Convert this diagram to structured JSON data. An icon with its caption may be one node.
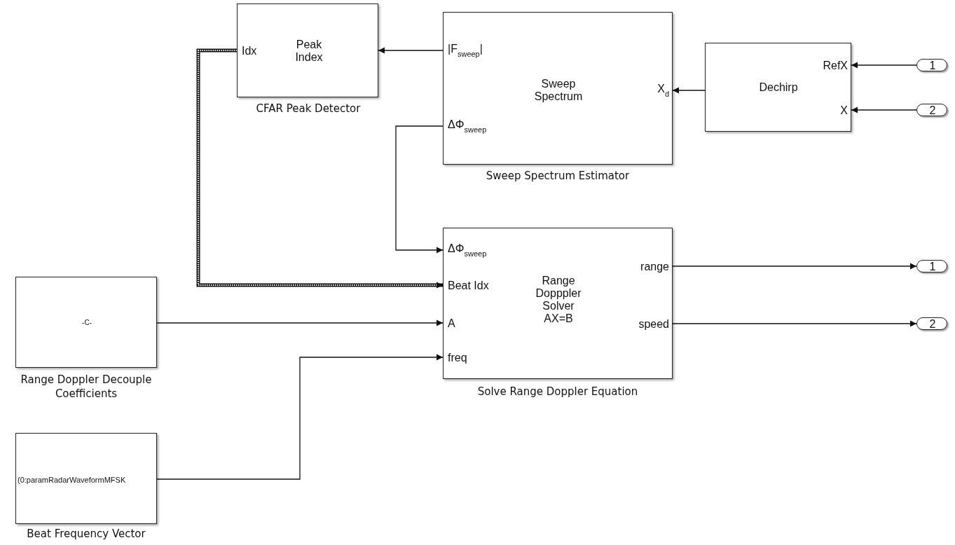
{
  "diagram": {
    "nodes": [
      {
        "text": [
          "Idx",
          "Peak Index"
        ],
        "beside": [
          "CFAR Peak Detector"
        ]
      },
      {
        "text": [
          "|F$_{sweep}$|",
          "Sweep Spectrum",
          "X$_{d}$",
          "ΔΦ$_{sweep}$"
        ],
        "beside": [
          "Sweep Spectrum Estimator"
        ]
      },
      {
        "text": [
          "RefX",
          "Dechirp",
          "X"
        ]
      },
      {
        "text": [
          "1"
        ]
      },
      {
        "text": [
          "2"
        ]
      },
      {
        "text": [
          "ΔΦ$_{sweep}$",
          "Beat Idx",
          "A",
          "freq",
          "Range Dopppler Solver AX=B",
          "range",
          "speed"
        ],
        "beside": [
          "Solve Range Doppler Equation"
        ]
      },
      {
        "text": [
          "1"
        ]
      },
      {
        "text": [
          "2"
        ]
      },
      {
        "text": [
          "-C-"
        ],
        "beside": [
          "Range Doppler Decouple Coefficients"
        ]
      },
      {
        "text": [
          "(0:paramRadarWaveformMFSK"
        ],
        "beside": [
          "Beat Frequency Vector"
        ]
      }
    ],
    "edges": [
      {
        "from": 3,
        "to": 2,
        "arrow": "to"
      },
      {
        "from": 4,
        "to": 2,
        "arrow": "to"
      },
      {
        "from": 2,
        "to": 1,
        "arrow": "to"
      },
      {
        "from": 1,
        "to": 0,
        "arrow": "to"
      },
      {
        "from": 1,
        "to": 5,
        "arrow": "to"
      },
      {
        "from": 0,
        "to": 5,
        "arrow": "to",
        "style": "thick"
      },
      {
        "from": 8,
        "to": 5,
        "arrow": "to"
      },
      {
        "from": 9,
        "to": 5,
        "arrow": "to"
      },
      {
        "from": 5,
        "to": 6,
        "arrow": "to"
      },
      {
        "from": 5,
        "to": 7,
        "arrow": "to"
      }
    ]
  }
}
